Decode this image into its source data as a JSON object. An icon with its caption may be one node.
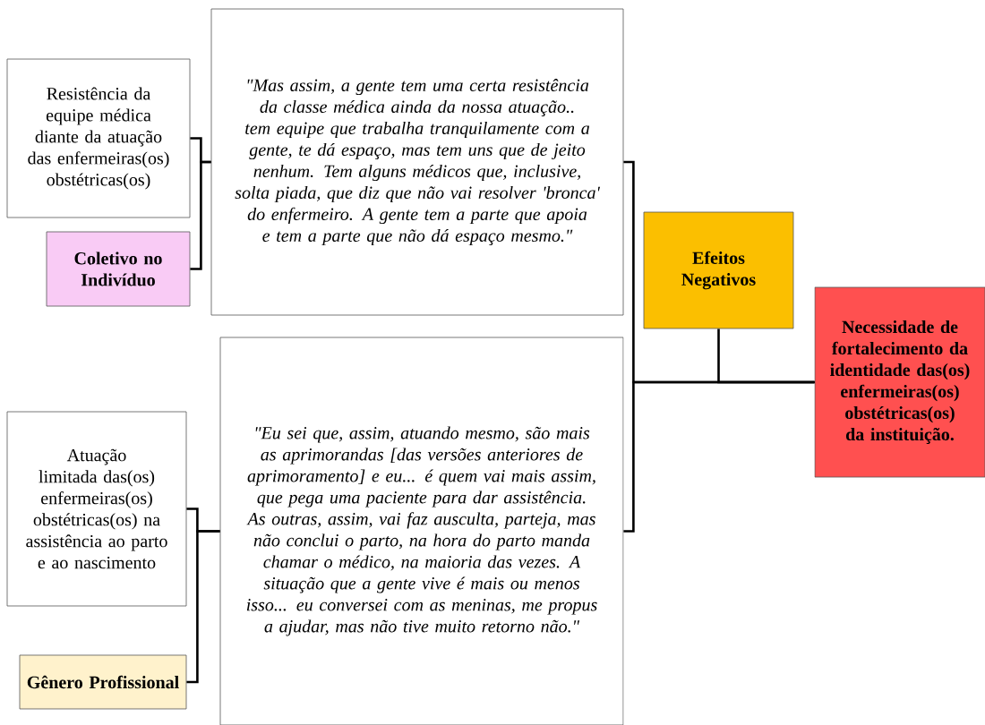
{
  "diagram": {
    "nodes": [
      {
        "text": [
          "Resistência da equipe médica diante da atuação das enfermeiras(os) obstétricas(os)"
        ]
      },
      {
        "text": [
          "Coletivo no Indivíduo"
        ]
      },
      {
        "text": [
          "\"Mas assim, a gente tem uma certa resistência da classe médica ainda da nossa atuação.. tem equipe que trabalha tranquilamente com a gente, te dá espaço, mas tem uns que de jeito nenhum. Tem alguns médicos que, inclusive, solta piada, que diz que não vai resolver 'bronca' do enfermeiro. A gente tem a parte que apoia e tem a parte que não dá espaço mesmo.\""
        ]
      },
      {
        "text": [
          "Atuação limitada das(os) enfermeiras(os) obstétricas(os) na assistência ao parto e ao nascimento"
        ]
      },
      {
        "text": [
          "Gênero Profissional"
        ]
      },
      {
        "text": [
          "\"Eu sei que, assim, atuando mesmo, são mais as aprimorandas [das versões anteriores de aprimoramento] e eu... é quem vai mais assim, que pega uma paciente para dar assistência. As outras, assim, vai faz ausculta, parteja, mas não conclui o parto, na hora do parto manda chamar o médico, na maioria das vezes. A situação que a gente vive é mais ou menos isso... eu conversei com as meninas, me propus a ajudar, mas não tive muito retorno não.\""
        ]
      },
      {
        "text": [
          "Efeitos Negativos"
        ]
      },
      {
        "text": [
          "Necessidade de fortalecimento da identidade das(os) enfermeiras(os) obstétricas(os) da instituição."
        ]
      }
    ],
    "edges": [
      {
        "from": 0,
        "to": 2,
        "arrow": "none"
      },
      {
        "from": 1,
        "to": 2,
        "arrow": "none"
      },
      {
        "from": 3,
        "to": 5,
        "arrow": "none"
      },
      {
        "from": 4,
        "to": 5,
        "arrow": "none"
      },
      {
        "from": 2,
        "to": 7,
        "arrow": "none"
      },
      {
        "from": 5,
        "to": 7,
        "arrow": "none"
      },
      {
        "from": 6,
        "to": 7,
        "arrow": "none"
      }
    ]
  }
}
